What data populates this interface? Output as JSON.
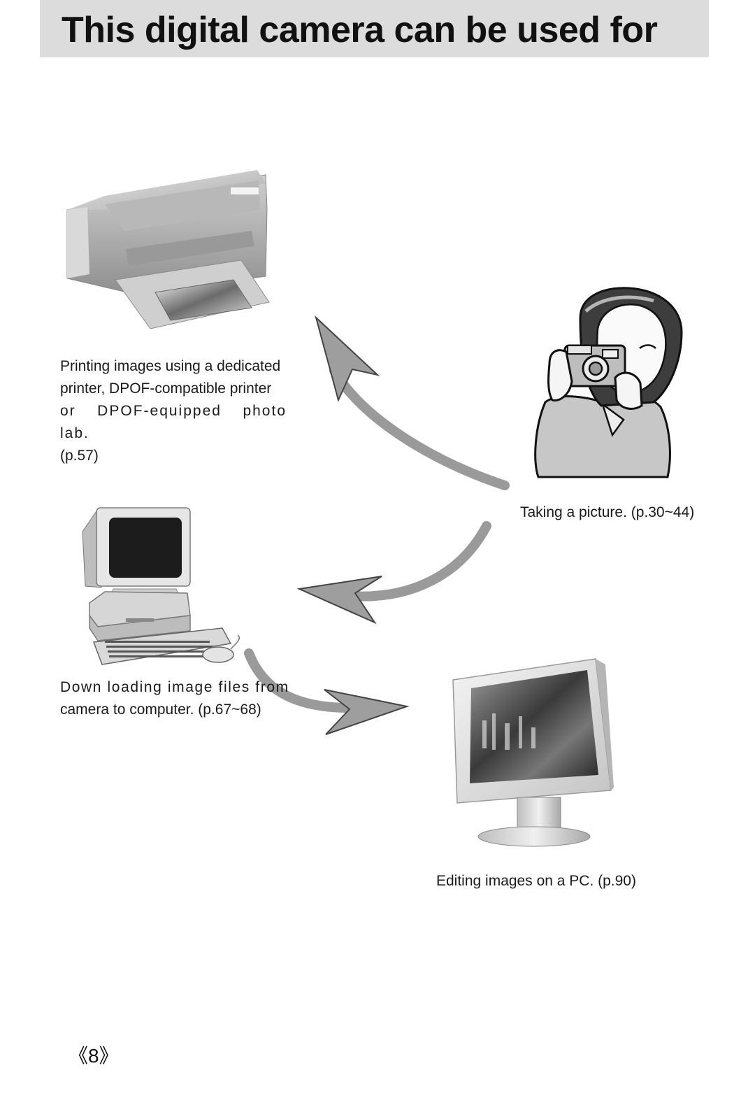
{
  "header": {
    "title": "This digital camera can be used for"
  },
  "captions": {
    "printing": {
      "line1": "Printing images using a dedicated",
      "line2": "printer, DPOF-compatible printer",
      "line3": "or DPOF-equipped photo lab.",
      "line4": "(p.57)"
    },
    "taking": "Taking a picture. (p.30~44)",
    "downloading": {
      "line1": "Down loading image files from",
      "line2": "camera to computer. (p.67~68)"
    },
    "editing": "Editing images on a PC. (p.90)"
  },
  "footer": {
    "page_number": "《8》"
  },
  "colors": {
    "title_bar": "#dcdcdc",
    "arrow": "#9a9a9a"
  },
  "icons": [
    "printer-icon",
    "photographer-icon",
    "desktop-computer-icon",
    "lcd-monitor-icon",
    "arrow-icon"
  ]
}
